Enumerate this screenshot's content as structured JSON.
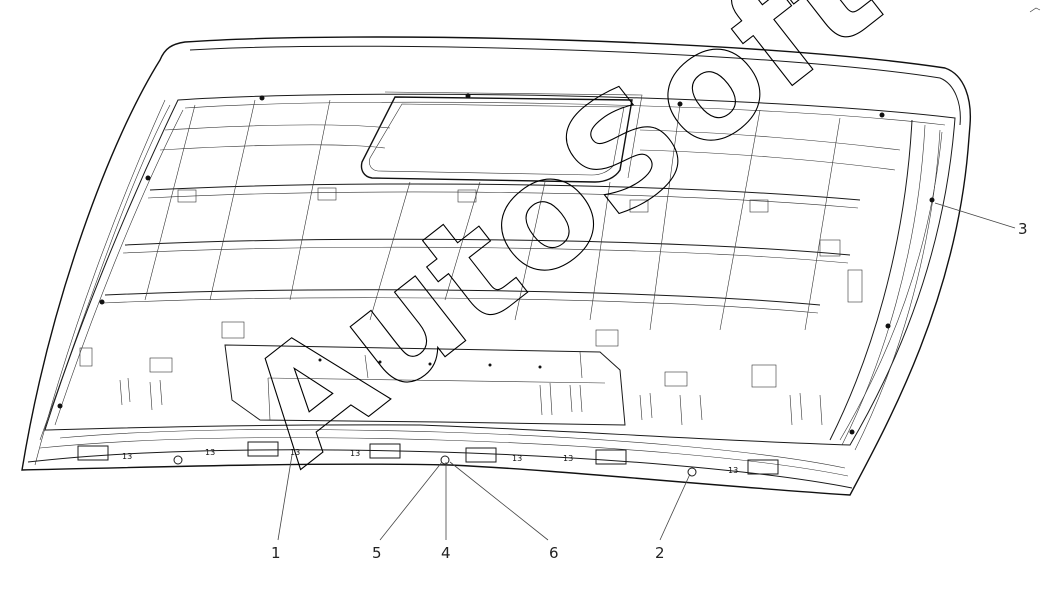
{
  "watermark": "AutoSoft",
  "part_marks": [
    "13",
    "13",
    "13",
    "13",
    "13",
    "13",
    "13"
  ],
  "callouts": [
    "1",
    "5",
    "4",
    "6",
    "2",
    "3"
  ]
}
